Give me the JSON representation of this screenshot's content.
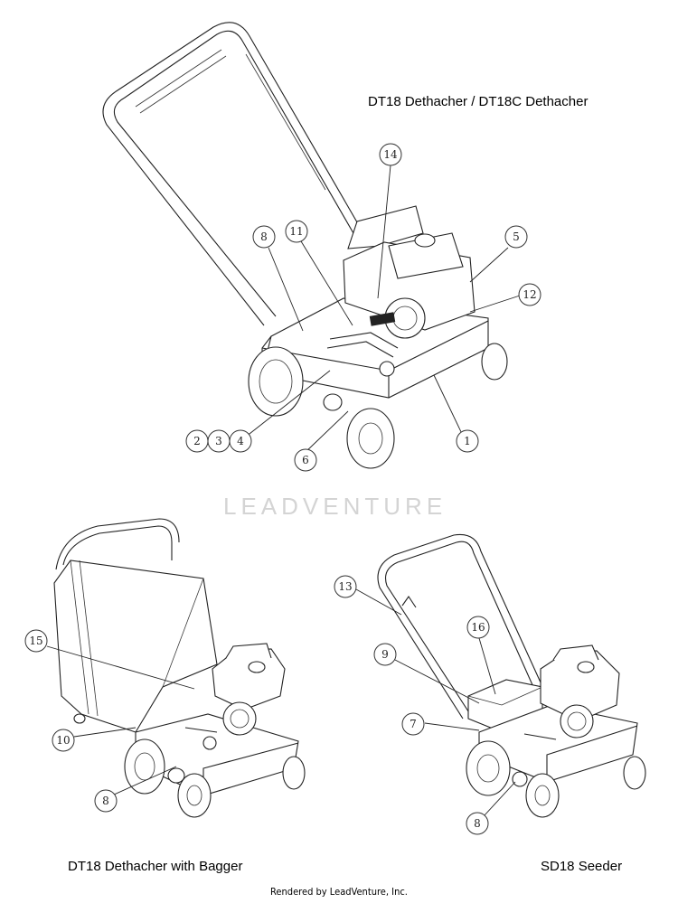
{
  "titles": {
    "top": "DT18 Dethacher / DT18C Dethacher",
    "bottom_left": "DT18 Dethacher with Bagger",
    "bottom_right": "SD18 Seeder"
  },
  "footer": "Rendered by LeadVenture, Inc.",
  "watermark": "LEADVENTURE",
  "callouts": {
    "c1": "1",
    "c2": "2",
    "c3": "3",
    "c4": "4",
    "c5": "5",
    "c6": "6",
    "c7": "7",
    "c8a": "8",
    "c8b": "8",
    "c8c": "8",
    "c9": "9",
    "c10": "10",
    "c11": "11",
    "c12": "12",
    "c13": "13",
    "c14": "14",
    "c15": "15",
    "c16": "16"
  }
}
